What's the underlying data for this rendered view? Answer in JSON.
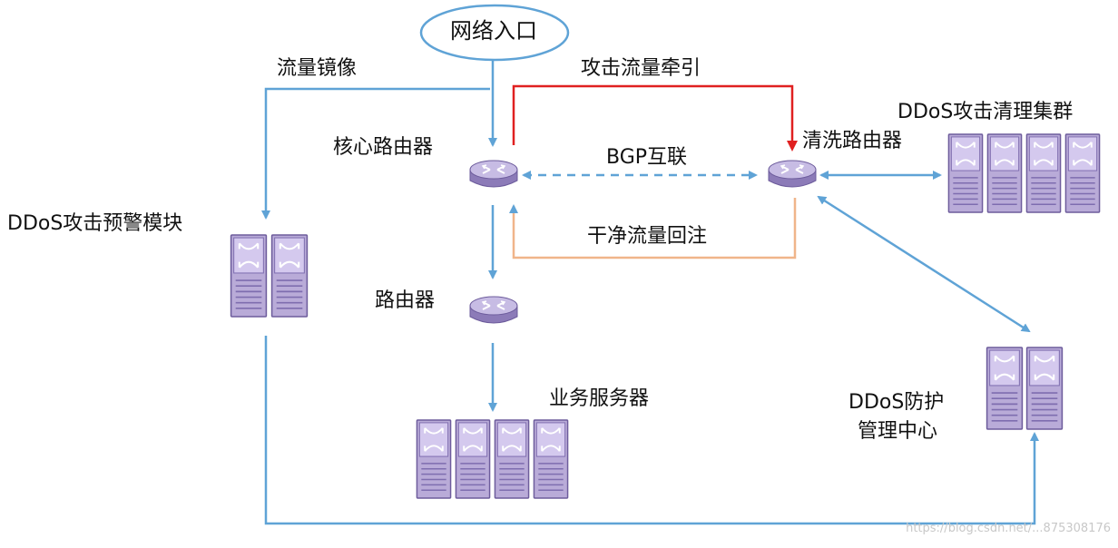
{
  "labels": {
    "entry": "网络入口",
    "mirror": "流量镜像",
    "diversion": "攻击流量牵引",
    "core_router": "核心路由器",
    "bgp": "BGP互联",
    "scrub_router": "清洗路由器",
    "cleaning_cluster": "DDoS攻击清理集群",
    "warning_module": "DDoS攻击预警模块",
    "reinjection": "干净流量回注",
    "router": "路由器",
    "business_servers": "业务服务器",
    "mgmt_line1": "DDoS防护",
    "mgmt_line2": "管理中心"
  },
  "watermark": "https://blog.csdn.net/...875308176",
  "colors": {
    "flow_line": "#5fa3d6",
    "diversion_line": "#e02020",
    "reinjection_line": "#f0b58a",
    "device_fill": "#b9abd8",
    "device_stroke": "#6d5c9c"
  },
  "icons": {
    "router": "router-icon",
    "server": "server-rack-icon"
  }
}
